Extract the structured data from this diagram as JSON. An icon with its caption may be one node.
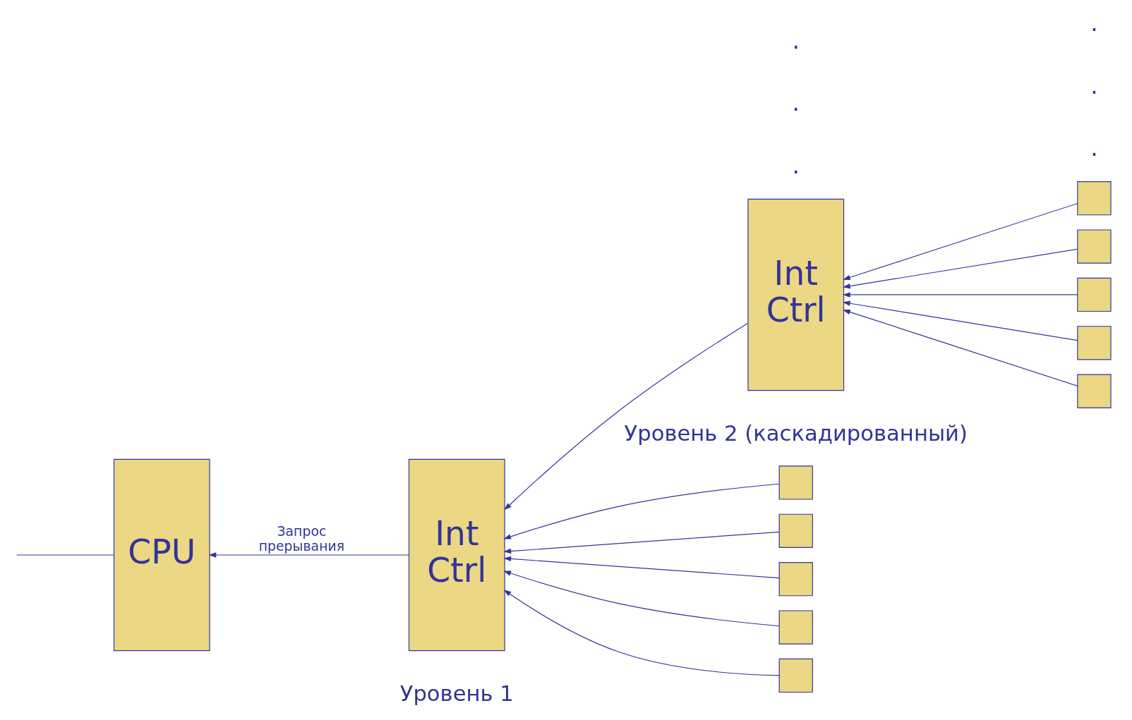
{
  "diagram": {
    "nodes": [
      {
        "text": [
          "CPU"
        ]
      },
      {
        "text": [
          "Int Ctrl"
        ]
      },
      {
        "text": [
          "Int Ctrl"
        ]
      },
      {
        "text": [],
        "shape": "box"
      },
      {
        "text": [],
        "shape": "box"
      },
      {
        "text": [],
        "shape": "box"
      },
      {
        "text": [],
        "shape": "box"
      },
      {
        "text": [],
        "shape": "box"
      },
      {
        "text": [],
        "shape": "box"
      },
      {
        "text": [],
        "shape": "box"
      },
      {
        "text": [],
        "shape": "box"
      },
      {
        "text": [],
        "shape": "box"
      },
      {
        "text": [],
        "shape": "box"
      }
    ],
    "edges": [
      {
        "from": 0,
        "to": null,
        "arrow": "none"
      },
      {
        "from": 1,
        "to": 0,
        "arrow": "to",
        "label": "Запрос прерывания"
      },
      {
        "from": 3,
        "to": 1,
        "arrow": "to"
      },
      {
        "from": 4,
        "to": 1,
        "arrow": "to"
      },
      {
        "from": 5,
        "to": 1,
        "arrow": "to"
      },
      {
        "from": 6,
        "to": 1,
        "arrow": "to"
      },
      {
        "from": 2,
        "to": 1,
        "arrow": "to"
      },
      {
        "from": 7,
        "to": 1,
        "arrow": "to"
      },
      {
        "from": 8,
        "to": 2,
        "arrow": "to"
      },
      {
        "from": 9,
        "to": 2,
        "arrow": "to"
      },
      {
        "from": 10,
        "to": 2,
        "arrow": "to"
      },
      {
        "from": 11,
        "to": 2,
        "arrow": "to"
      },
      {
        "from": 12,
        "to": 2,
        "arrow": "to"
      }
    ],
    "labels": [
      ".",
      ".",
      ".",
      ".",
      ".",
      ".",
      "Уровень 1",
      "Уровень 2 (каскадированный)"
    ]
  }
}
